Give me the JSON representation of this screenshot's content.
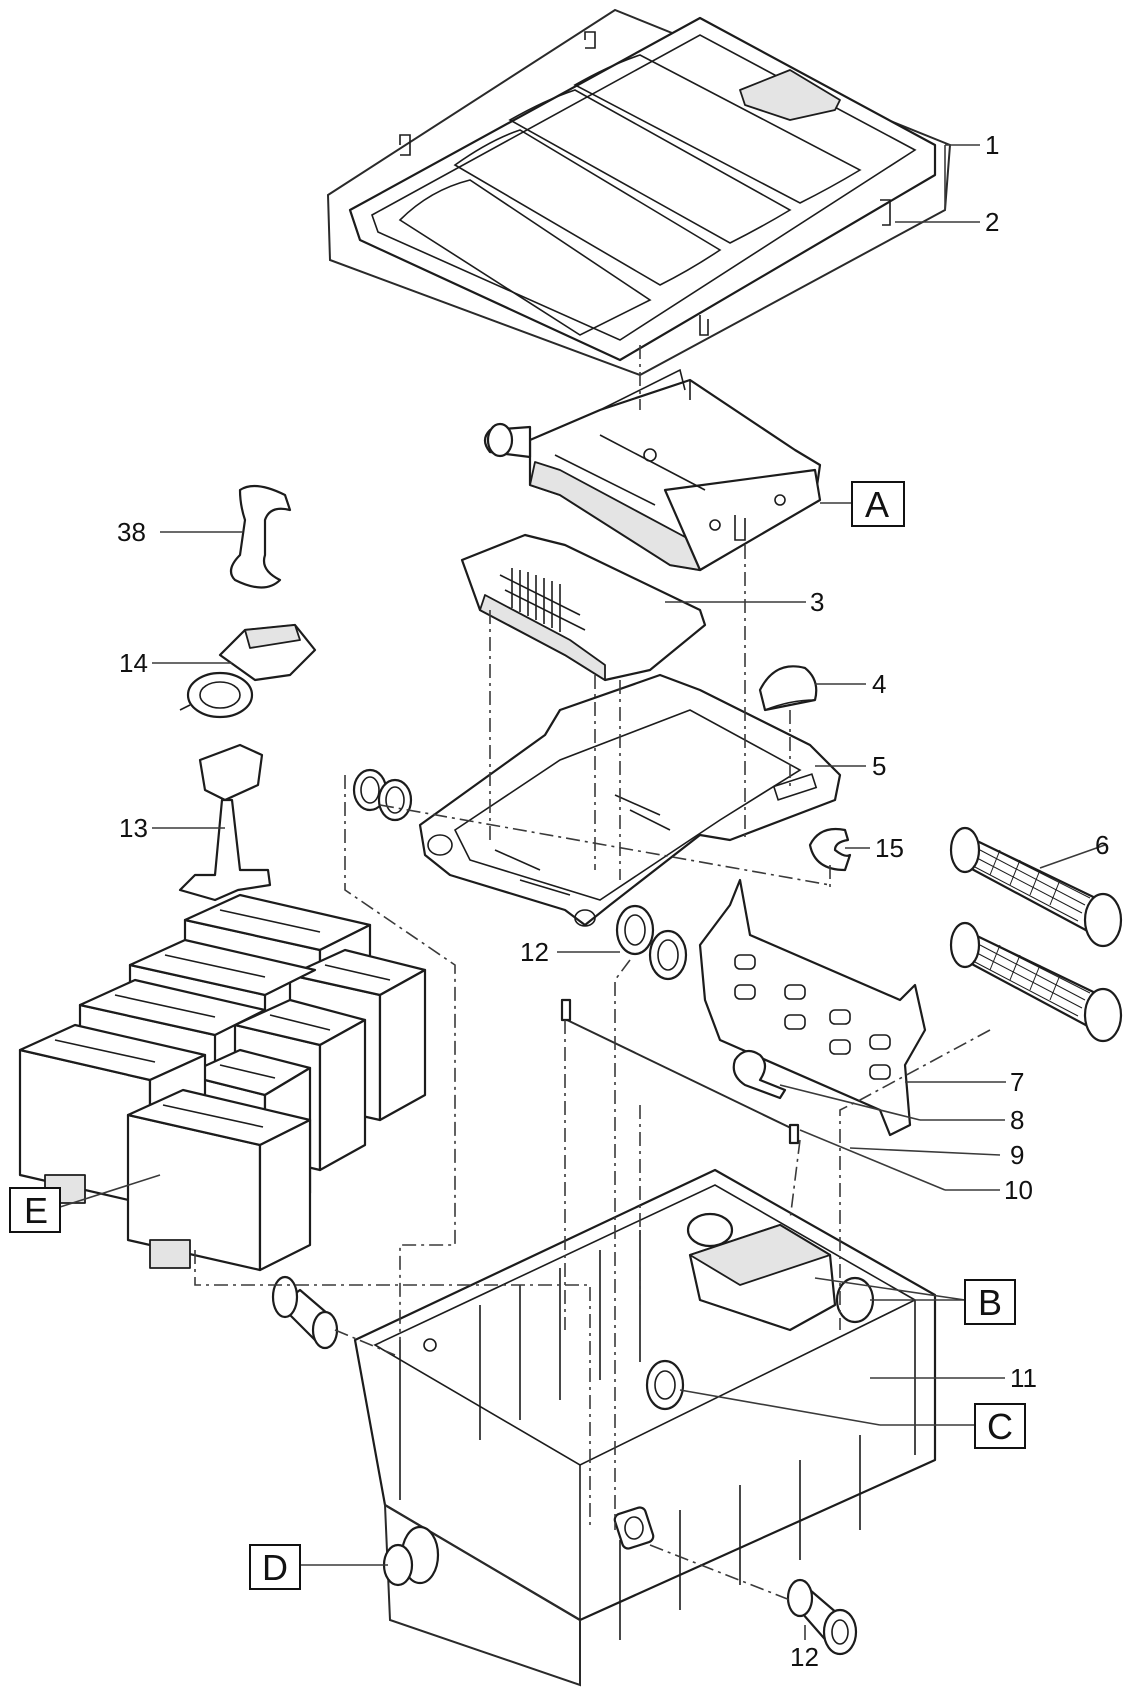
{
  "callouts": {
    "n1": "1",
    "n2": "2",
    "n3": "3",
    "n4": "4",
    "n5": "5",
    "n6": "6",
    "n7": "7",
    "n8": "8",
    "n9": "9",
    "n10": "10",
    "n11": "11",
    "n12a": "12",
    "n12b": "12",
    "n13": "13",
    "n14": "14",
    "n15": "15",
    "n38": "38"
  },
  "letter_boxes": {
    "a": "A",
    "b": "B",
    "c": "C",
    "d": "D",
    "e": "E"
  }
}
